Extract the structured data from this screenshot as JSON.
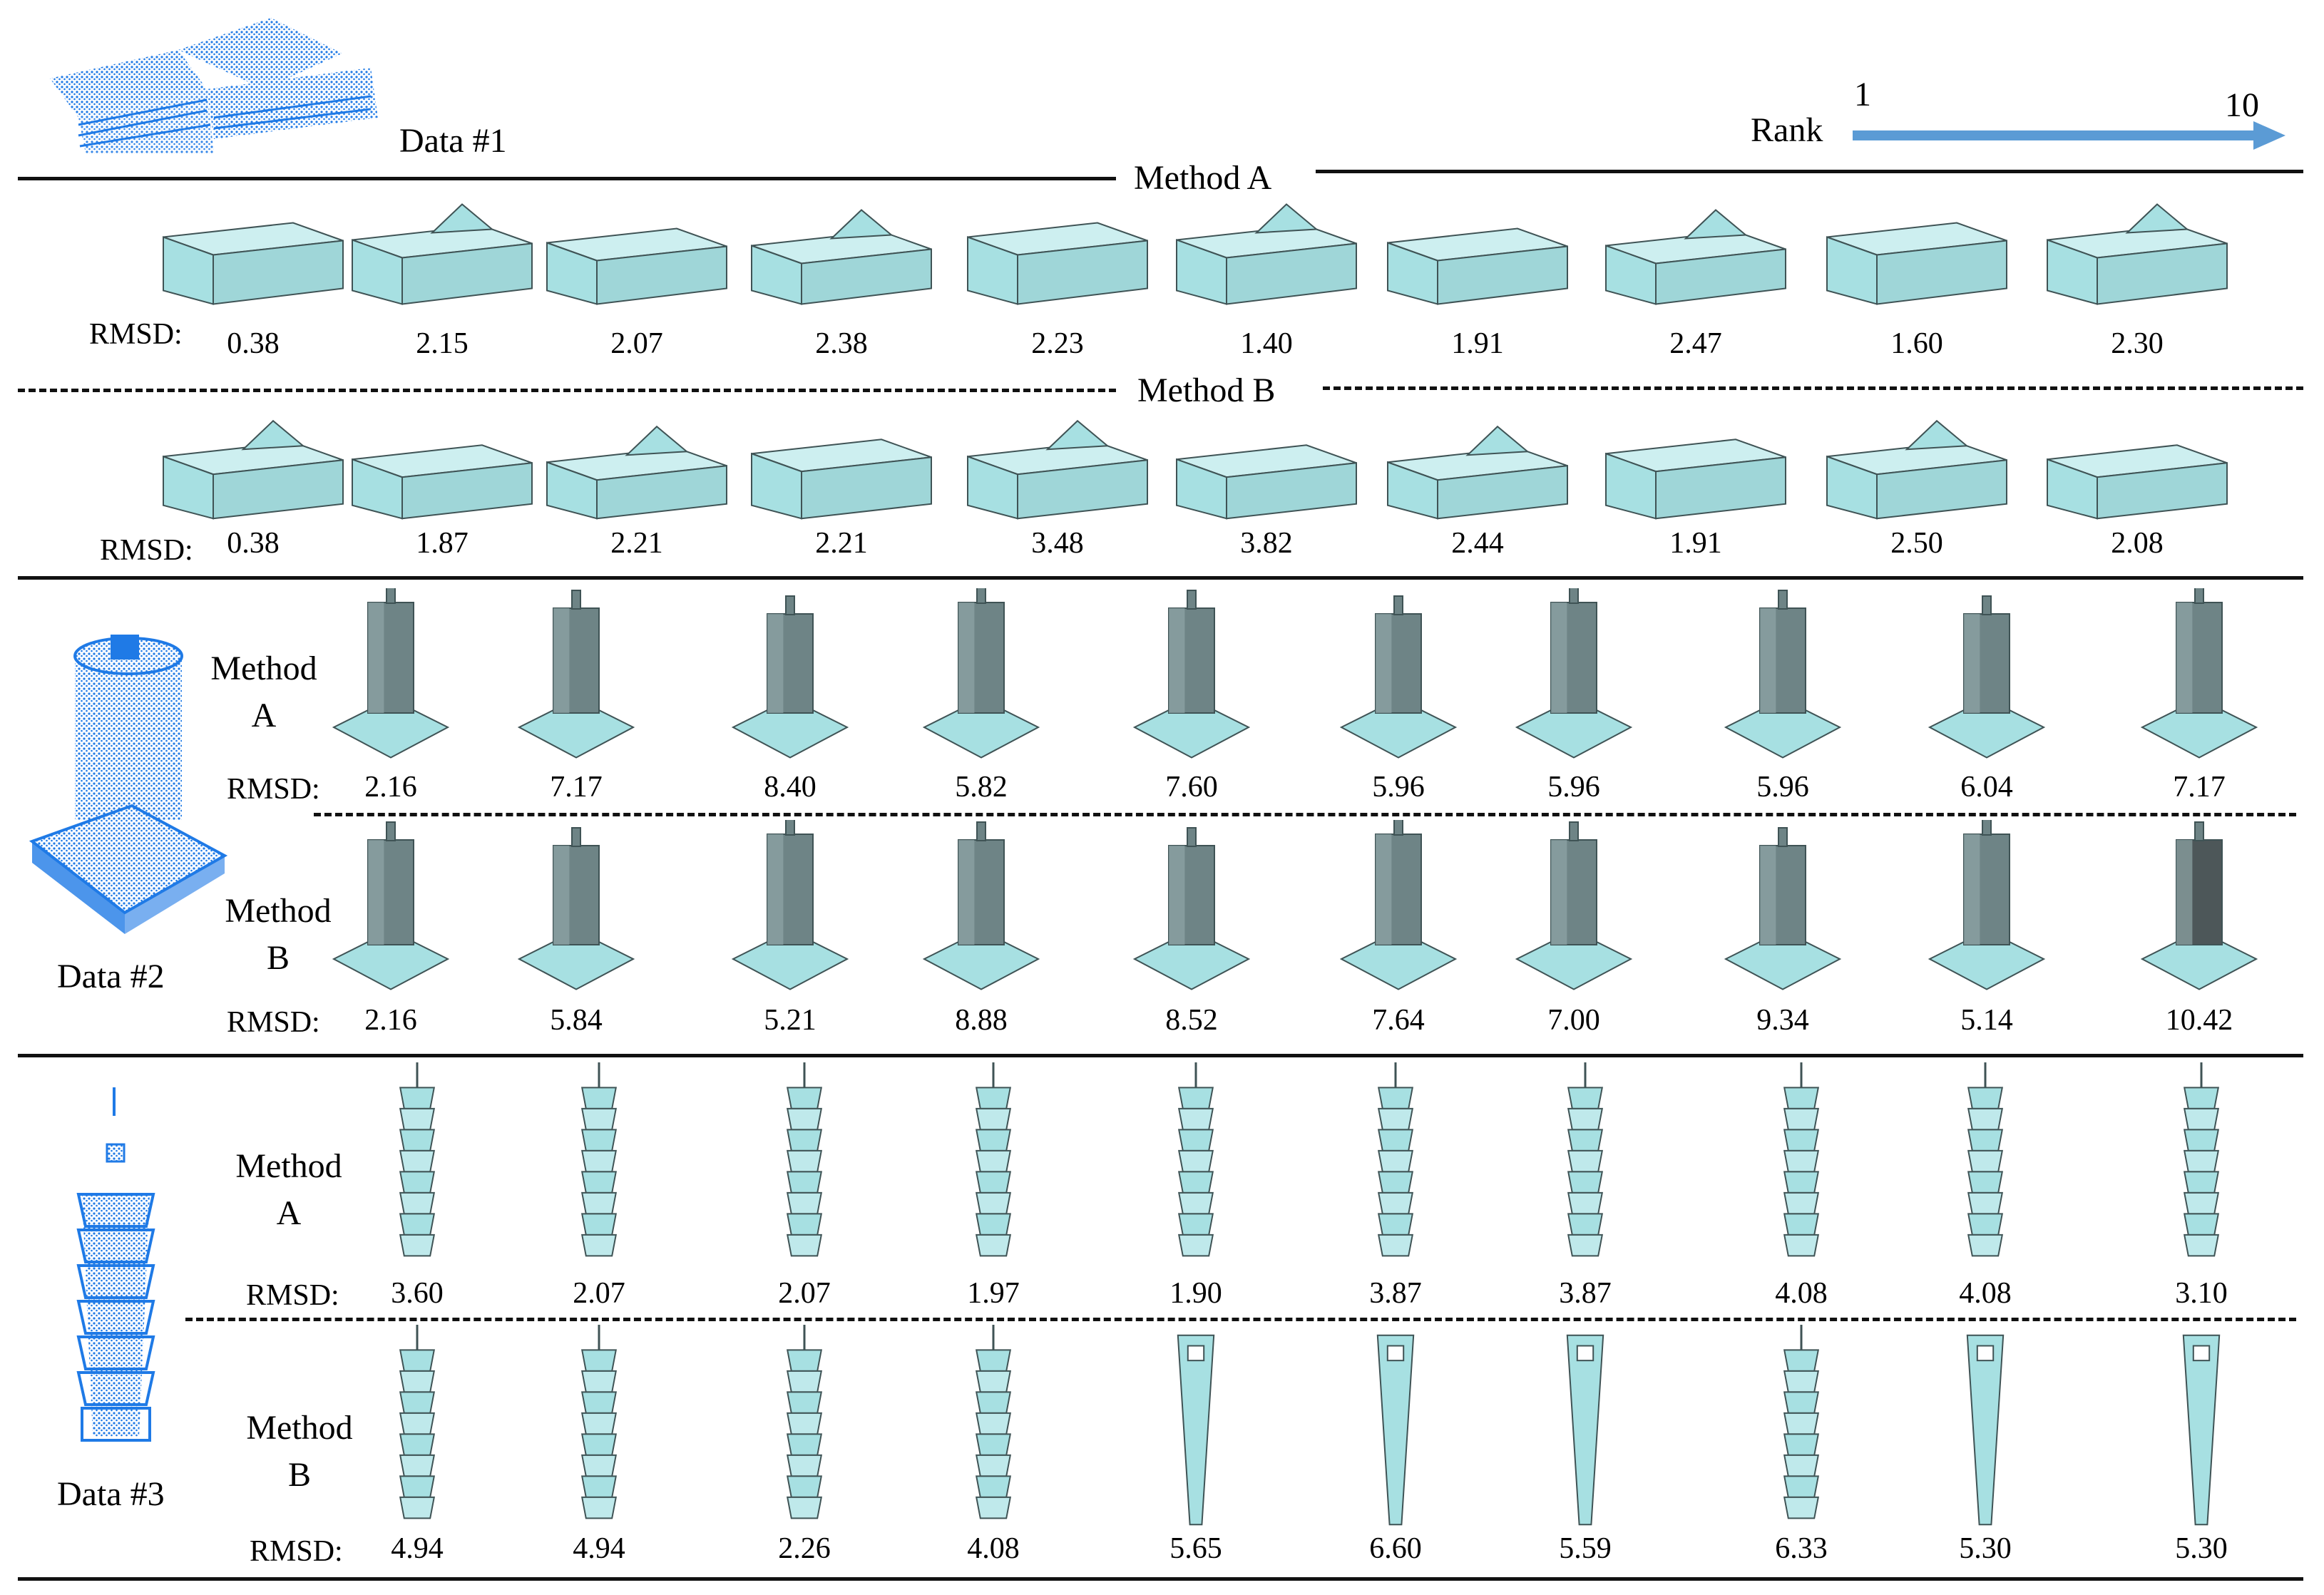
{
  "colors": {
    "model_fill": "#a7e0e2",
    "model_edge": "#3f5355",
    "model_dark": "#4d5759",
    "points": "#1f7ae6",
    "arrow": "#5b9bd5"
  },
  "legend": {
    "rank_label": "Rank",
    "start": "1",
    "end": "10"
  },
  "rmsd_label": "RMSD:",
  "blocks": [
    {
      "data_label": "Data #1",
      "methods": [
        {
          "label": "Method A",
          "rmsd": [
            "0.38",
            "2.15",
            "2.07",
            "2.38",
            "2.23",
            "1.40",
            "1.91",
            "2.47",
            "1.60",
            "2.30"
          ]
        },
        {
          "label": "Method B",
          "rmsd": [
            "0.38",
            "1.87",
            "2.21",
            "2.21",
            "3.48",
            "3.82",
            "2.44",
            "1.91",
            "2.50",
            "2.08"
          ]
        }
      ]
    },
    {
      "data_label": "Data #2",
      "methods": [
        {
          "label": "Method A",
          "rmsd": [
            "2.16",
            "7.17",
            "8.40",
            "5.82",
            "7.60",
            "5.96",
            "5.96",
            "5.96",
            "6.04",
            "7.17"
          ]
        },
        {
          "label": "Method B",
          "rmsd": [
            "2.16",
            "5.84",
            "5.21",
            "8.88",
            "8.52",
            "7.64",
            "7.00",
            "9.34",
            "5.14",
            "10.42"
          ]
        }
      ]
    },
    {
      "data_label": "Data #3",
      "methods": [
        {
          "label": "Method A",
          "rmsd": [
            "3.60",
            "2.07",
            "2.07",
            "1.97",
            "1.90",
            "3.87",
            "3.87",
            "4.08",
            "4.08",
            "3.10"
          ]
        },
        {
          "label": "Method B",
          "rmsd": [
            "4.94",
            "4.94",
            "2.26",
            "4.08",
            "5.65",
            "6.60",
            "5.59",
            "6.33",
            "5.30",
            "5.30"
          ]
        }
      ]
    }
  ]
}
